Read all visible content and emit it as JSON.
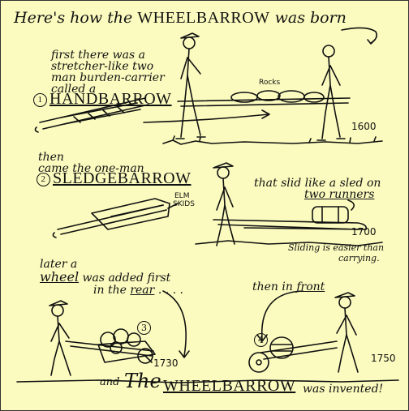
{
  "title": {
    "part1": "Here's how the",
    "part2": "Wheelbarrow",
    "part3": "was born"
  },
  "section1": {
    "intro_line1": "first there was a",
    "intro_line2": "stretcher-like two",
    "intro_line3": "man burden-carrier",
    "intro_line4": "called a",
    "number": "1",
    "name": "Handbarrow",
    "label_rocks": "Rocks",
    "year": "1600"
  },
  "section2": {
    "intro_line1": "then",
    "intro_line2": "came the one-man",
    "number": "2",
    "name": "Sledgebarrow",
    "note_line1": "that slid like a sled on",
    "note_line2": "two runners",
    "label_skids_1": "ELM",
    "label_skids_2": "SKIDS",
    "year": "1700",
    "caption_line1": "Sliding is easier than",
    "caption_line2": "carrying."
  },
  "section3": {
    "line1": "later a",
    "wheel_word": "wheel",
    "line2": "was added first",
    "line3_prefix": "in the",
    "rear_word": "rear",
    "dots": ". . . .",
    "then_in": "then in",
    "front_word": "front",
    "number_left": "3",
    "year_left": "1730",
    "number_right": "4",
    "year_right": "1750"
  },
  "footer": {
    "and": "and",
    "the": "The",
    "wheelbarrow": "Wheelbarrow",
    "invented": "was invented!"
  }
}
